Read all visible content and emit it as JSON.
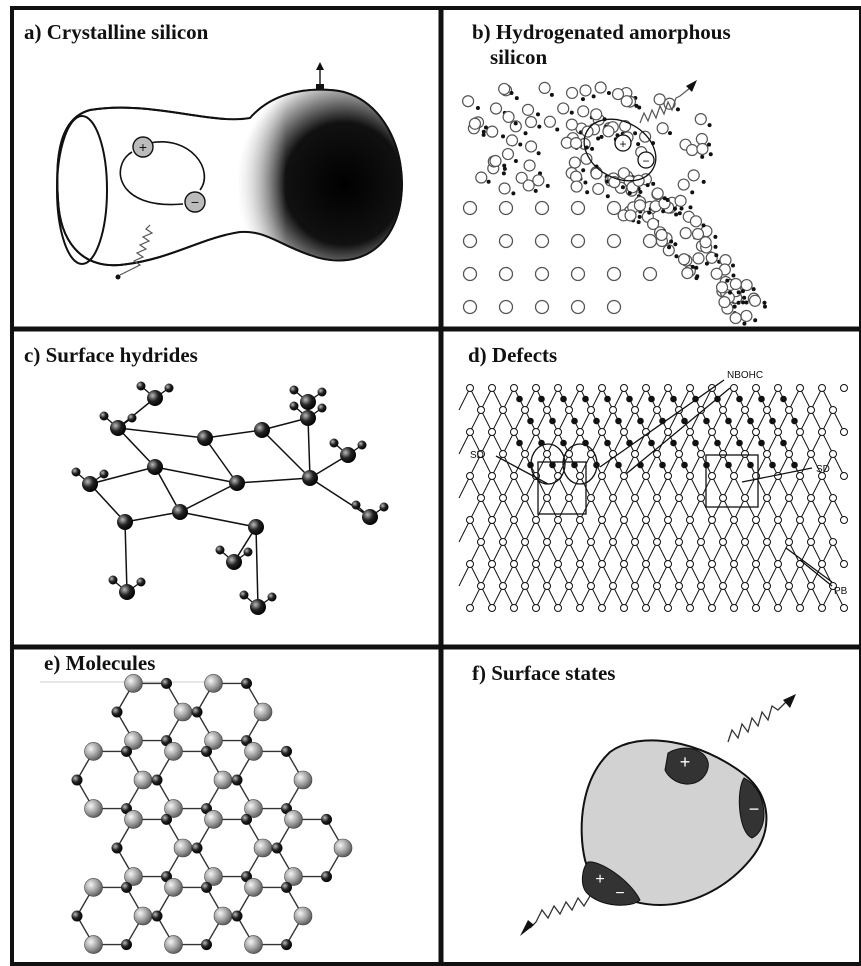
{
  "panels": {
    "a": {
      "title": "a) Crystalline silicon"
    },
    "b": {
      "title_line1": "b) Hydrogenated amorphous",
      "title_line2": "silicon"
    },
    "c": {
      "title": "c) Surface hydrides"
    },
    "d": {
      "title": "d) Defects",
      "label_nbohc": "NBOHC",
      "label_sd_left": "SD",
      "label_sd_right": "SD",
      "label_pb": "PB"
    },
    "e": {
      "title": "e) Molecules"
    },
    "f": {
      "title": "f) Surface states"
    }
  },
  "symbols": {
    "hole": "+",
    "electron": "−"
  }
}
